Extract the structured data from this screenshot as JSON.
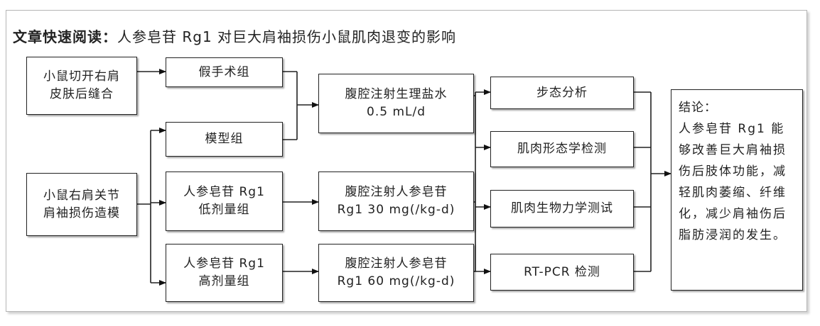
{
  "title": {
    "lead": "文章快速阅读：",
    "rest": "人参皂苷 Rg1 对巨大肩袖损伤小鼠肌肉退变的影响"
  },
  "boxes": {
    "incision": [
      "小鼠切开右肩",
      "皮肤后缝合"
    ],
    "model_surgery": [
      "小鼠右肩关节",
      "肩袖损伤造模"
    ],
    "sham": [
      "假手术组"
    ],
    "model": [
      "模型组"
    ],
    "low": [
      "人参皂苷 Rg1",
      "低剂量组"
    ],
    "high": [
      "人参皂苷 Rg1",
      "高剂量组"
    ],
    "saline": [
      "腹腔注射生理盐水",
      "0.5 mL/d"
    ],
    "inj_low": [
      "腹腔注射人参皂苷",
      "Rg1 30 mg(/kg-d)"
    ],
    "inj_high": [
      "腹腔注射人参皂苷",
      "Rg1 60 mg(/kg-d)"
    ],
    "gait": [
      "步态分析"
    ],
    "morph": [
      "肌肉形态学检测"
    ],
    "biomech": [
      "肌肉生物力学测试"
    ],
    "pcr": [
      "RT-PCR 检测"
    ]
  },
  "conclusion": {
    "label": "结论：",
    "text": "人参皂苷 Rg1 能够改善巨大肩袖损伤后肢体功能，减轻肌肉萎缩、纤维化，减少肩袖伤后脂肪浸润的发生。"
  }
}
